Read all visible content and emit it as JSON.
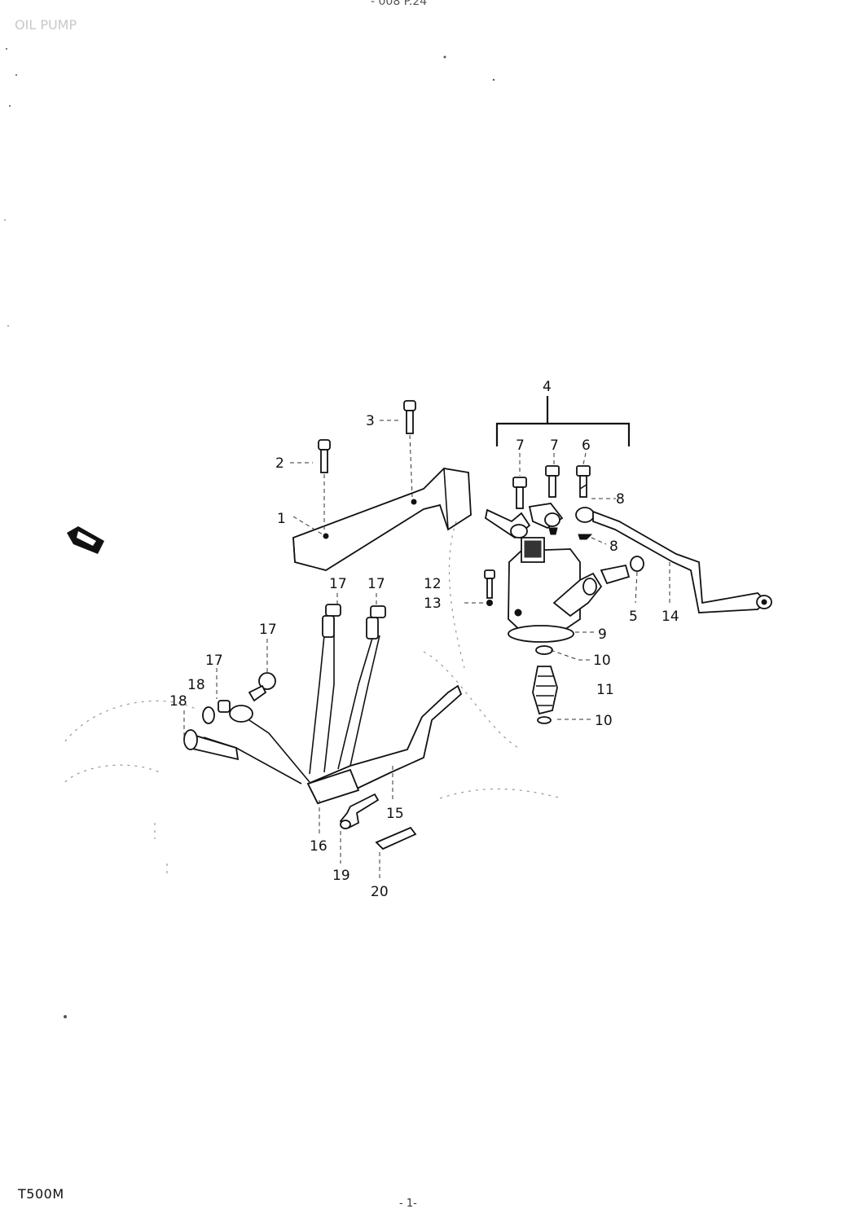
{
  "header": {
    "title_partial": "OIL PUMP",
    "top_partial": "- 008 P.24"
  },
  "footer": {
    "model": "T500M",
    "page_partial": "- 1-"
  },
  "callouts": [
    "1",
    "2",
    "3",
    "4",
    "5",
    "6",
    "7",
    "7",
    "8",
    "8",
    "9",
    "10",
    "10",
    "11",
    "12",
    "13",
    "14",
    "15",
    "16",
    "17",
    "17",
    "17",
    "17",
    "18",
    "18",
    "19",
    "20"
  ],
  "icons": {
    "front_arrow": "front-direction-arrow-icon"
  }
}
